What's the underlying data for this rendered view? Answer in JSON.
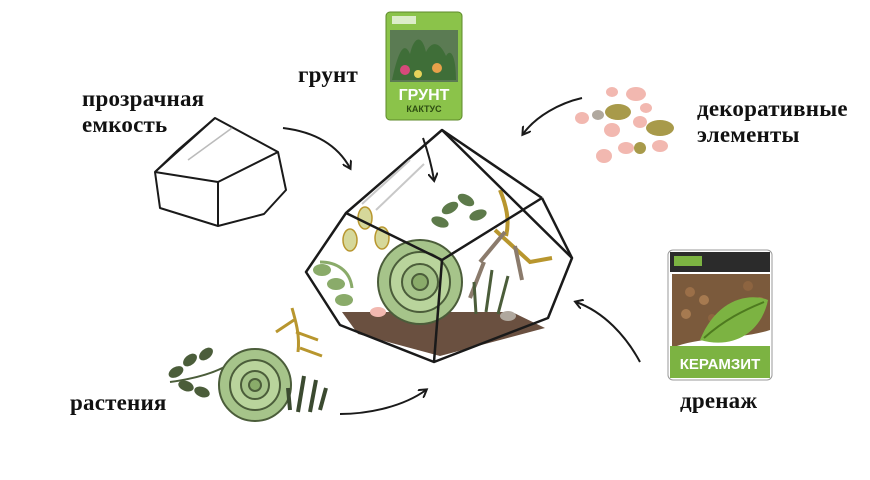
{
  "labels": {
    "container": [
      "прозрачная",
      "емкость"
    ],
    "soil": "грунт",
    "decor": [
      "декоративные",
      "элементы"
    ],
    "plants": "растения",
    "drainage": "дренаж"
  },
  "soil_pack": {
    "title": "ГРУНТ",
    "subtitle": "КАКТУС"
  },
  "drainage_pack": {
    "title": "КЕРАМЗИТ"
  },
  "colors": {
    "outline": "#1a1a1a",
    "soil_pack_green": "#8bc34a",
    "drain_pack_green": "#7cb342",
    "succulent": "#a6c48a",
    "leaf_dark": "#4b5d3a",
    "branch_gold": "#b8962e",
    "pebble_pink": "#f2b8b0",
    "pebble_olive": "#a89a4a"
  }
}
